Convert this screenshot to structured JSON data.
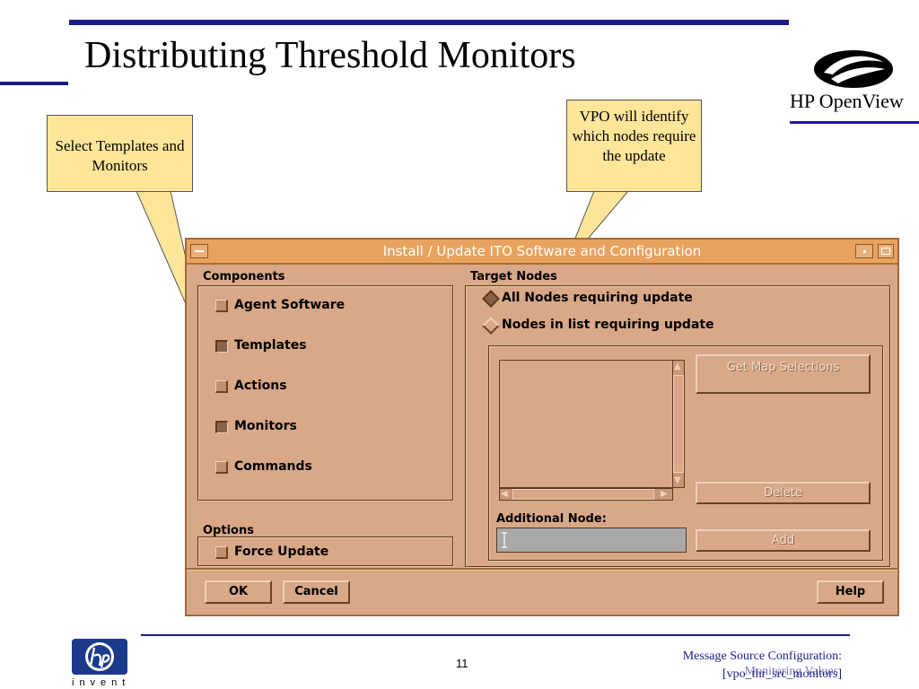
{
  "slide": {
    "title": "Distributing Threshold Monitors",
    "brand": "HP OpenView",
    "page_number": "11",
    "footer_line1": "Message Source Configuration:",
    "footer_line2": "[vpo_thr_src_monitors]",
    "footer_overlay": "Monitoring Values",
    "invent": "invent"
  },
  "callouts": {
    "left": "Select Templates and Monitors",
    "right": "VPO will identify which nodes require the update"
  },
  "dialog": {
    "title": "Install / Update ITO Software and Configuration",
    "components_label": "Components",
    "components": [
      {
        "label": "Agent Software",
        "checked": false
      },
      {
        "label": "Templates",
        "checked": true
      },
      {
        "label": "Actions",
        "checked": false
      },
      {
        "label": "Monitors",
        "checked": true
      },
      {
        "label": "Commands",
        "checked": false
      }
    ],
    "options_label": "Options",
    "force_update": "Force Update",
    "target_label": "Target Nodes",
    "radio_all": "All Nodes requiring update",
    "radio_list": "Nodes in list requiring update",
    "get_map": "Get Map Selections",
    "delete": "Delete",
    "additional_node": "Additional Node:",
    "add": "Add",
    "ok": "OK",
    "cancel": "Cancel",
    "help": "Help"
  },
  "colors": {
    "dialog_bg": "#d8a888",
    "titlebar": "#e8a25e",
    "callout": "#fde59a",
    "rule": "#1c1c8c"
  }
}
